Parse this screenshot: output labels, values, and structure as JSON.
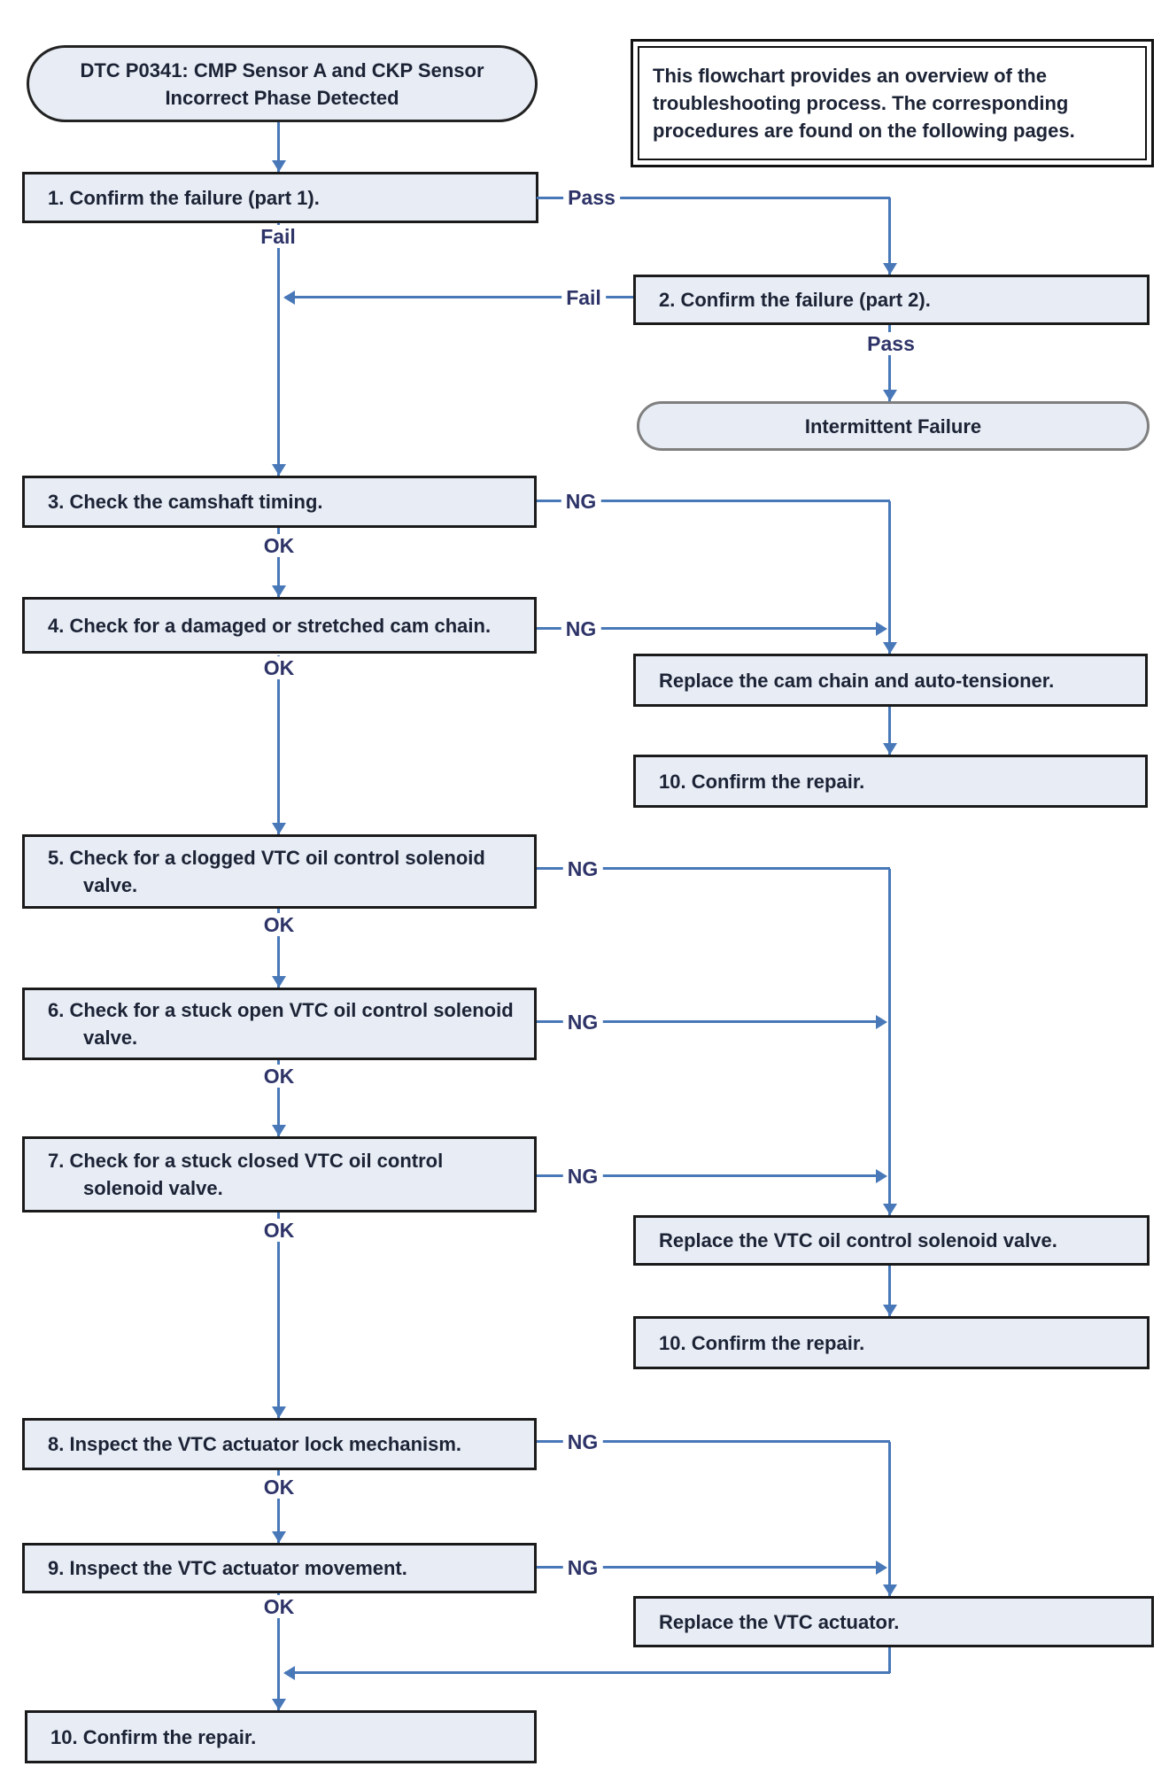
{
  "labels": {
    "pass": "Pass",
    "fail": "Fail",
    "ok": "OK",
    "ng": "NG"
  },
  "colors": {
    "connector_blue": "#4878b8",
    "node_fill": "#e7ecf5",
    "node_border": "#1a1a1a",
    "terminator_gray_border": "#7f7f7f",
    "text": "#1c2335"
  },
  "flowchart": {
    "start": "DTC P0341: CMP Sensor A and CKP Sensor Incorrect Phase Detected",
    "note": "This flowchart provides an overview of the troubleshooting process. The corresponding procedures are found on the following pages.",
    "nodes": {
      "step1": "1. Confirm the failure (part 1).",
      "step2": "2. Confirm the failure (part 2).",
      "intermittent": "Intermittent Failure",
      "step3": "3. Check the camshaft timing.",
      "step4": "4. Check for a damaged or stretched cam chain.",
      "replace_cam_chain": "Replace the cam chain and auto-tensioner.",
      "confirm_repair_a": "10. Confirm the repair.",
      "step5": "5. Check for a clogged VTC oil control solenoid valve.",
      "step6": "6. Check for a stuck open VTC oil control solenoid valve.",
      "step7": "7. Check for a stuck closed VTC oil control solenoid valve.",
      "replace_solenoid": "Replace the VTC oil control solenoid valve.",
      "confirm_repair_b": "10. Confirm the repair.",
      "step8": "8. Inspect the VTC actuator lock mechanism.",
      "step9": "9. Inspect the VTC actuator movement.",
      "replace_actuator": "Replace the VTC actuator.",
      "confirm_repair_c": "10. Confirm the repair."
    }
  }
}
